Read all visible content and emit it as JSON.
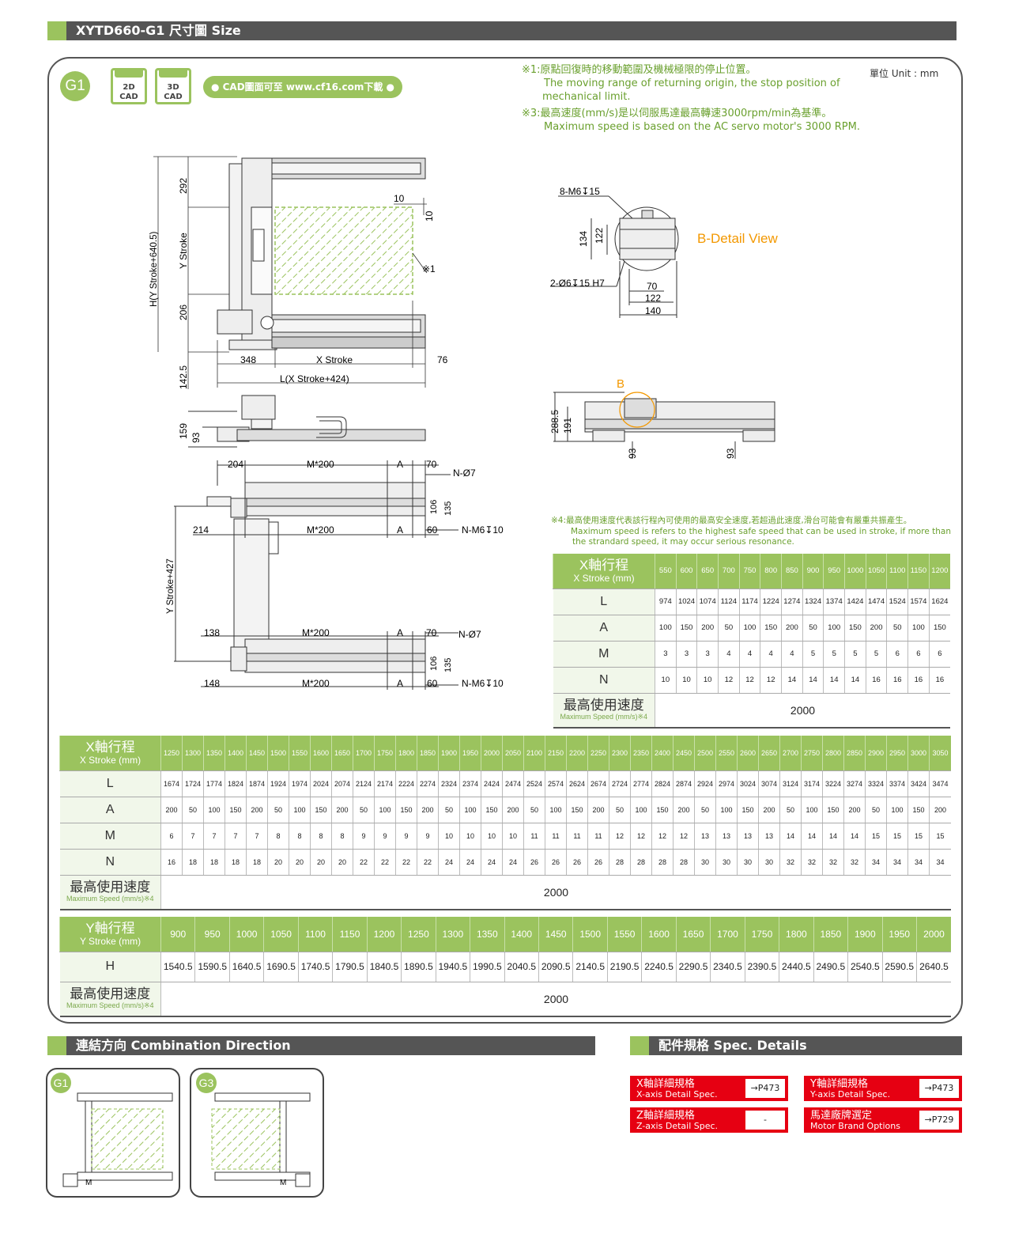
{
  "header": {
    "title": "XYTD660-G1  尺寸圖  Size"
  },
  "badges": {
    "g1": "G1",
    "g3": "G3"
  },
  "cad": {
    "b1_line1": "2D",
    "b1_line2": "CAD",
    "b2_line1": "3D",
    "b2_line2": "CAD",
    "download": "● CAD圖面可至 www.cf16.com下載 ●"
  },
  "notes": {
    "n1_zh": "※1:原點回復時的移動範圍及機械極限的停止位置。",
    "n1_en1": "The moving range of returning origin, the stop position of",
    "n1_en2": "mechanical limit.",
    "n3_zh": "※3:最高速度(mm/s)是以伺服馬達最高轉速3000rpm/min為基準。",
    "n3_en": "Maximum speed is based on the AC servo motor's 3000 RPM.",
    "unit": "單位 Unit : mm",
    "n4_zh": "※4:最高使用速度代表該行程內可使用的最高安全速度,若超過此速度,滑台可能會有嚴重共振產生。",
    "n4_en1": "Maximum speed is refers to the highest safe speed that can be used in stroke, if more than",
    "n4_en2": "the strandard speed, it may occur serious resonance."
  },
  "drawing": {
    "d292": "292",
    "y_stroke": "Y Stroke",
    "h_formula": "H(Y Stroke+640.5)",
    "d206": "206",
    "d142_5": "142.5",
    "d10a": "10",
    "d10b": "10",
    "mark1": "※1",
    "d348": "348",
    "x_stroke": "X Stroke",
    "d76": "76",
    "l_formula": "L(X Stroke+424)",
    "d159": "159",
    "d93a": "93",
    "d204": "204",
    "m200_a": "M*200",
    "a_a": "A",
    "d70a": "70",
    "n_phi7_a": "N-Ø7",
    "d106a": "106",
    "d135a": "135",
    "d214": "214",
    "m200_b": "M*200",
    "a_b": "A",
    "d60a": "60",
    "n_m6_a": "N-M6↧10",
    "y_formula": "Y Stroke+427",
    "d138": "138",
    "m200_c": "M*200",
    "a_c": "A",
    "d70b": "70",
    "n_phi7_b": "N-Ø7",
    "d106b": "106",
    "d135b": "135",
    "d148": "148",
    "m200_d": "M*200",
    "a_d": "A",
    "d60b": "60",
    "n_m6_b": "N-M6↧10",
    "m6_8": "8-M6↧15",
    "d134": "134",
    "d122a": "122",
    "phi6": "2-Ø6↧15 H7",
    "d70c": "70",
    "d122b": "122",
    "d140": "140",
    "b_detail": "B-Detail View",
    "b_label": "B",
    "d288_5": "288.5",
    "d191": "191",
    "d93b": "93",
    "d93c": "93"
  },
  "table1": {
    "head_zh": "X軸行程",
    "head_en": "X Stroke (mm)",
    "strokes": [
      "550",
      "600",
      "650",
      "700",
      "750",
      "800",
      "850",
      "900",
      "950",
      "1000",
      "1050",
      "1100",
      "1150",
      "1200"
    ],
    "rows": [
      {
        "label": "L",
        "values": [
          "974",
          "1024",
          "1074",
          "1124",
          "1174",
          "1224",
          "1274",
          "1324",
          "1374",
          "1424",
          "1474",
          "1524",
          "1574",
          "1624"
        ]
      },
      {
        "label": "A",
        "values": [
          "100",
          "150",
          "200",
          "50",
          "100",
          "150",
          "200",
          "50",
          "100",
          "150",
          "200",
          "50",
          "100",
          "150"
        ]
      },
      {
        "label": "M",
        "values": [
          "3",
          "3",
          "3",
          "4",
          "4",
          "4",
          "4",
          "5",
          "5",
          "5",
          "5",
          "6",
          "6",
          "6"
        ]
      },
      {
        "label": "N",
        "values": [
          "10",
          "10",
          "10",
          "12",
          "12",
          "12",
          "14",
          "14",
          "14",
          "14",
          "16",
          "16",
          "16",
          "16"
        ]
      }
    ],
    "speed_zh": "最高使用速度",
    "speed_en": "Maximum Speed (mm/s)※4",
    "speed": "2000"
  },
  "table2": {
    "head_zh": "X軸行程",
    "head_en": "X Stroke (mm)",
    "strokes": [
      "1250",
      "1300",
      "1350",
      "1400",
      "1450",
      "1500",
      "1550",
      "1600",
      "1650",
      "1700",
      "1750",
      "1800",
      "1850",
      "1900",
      "1950",
      "2000",
      "2050",
      "2100",
      "2150",
      "2200",
      "2250",
      "2300",
      "2350",
      "2400",
      "2450",
      "2500",
      "2550",
      "2600",
      "2650",
      "2700",
      "2750",
      "2800",
      "2850",
      "2900",
      "2950",
      "3000",
      "3050"
    ],
    "rows": [
      {
        "label": "L",
        "values": [
          "1674",
          "1724",
          "1774",
          "1824",
          "1874",
          "1924",
          "1974",
          "2024",
          "2074",
          "2124",
          "2174",
          "2224",
          "2274",
          "2324",
          "2374",
          "2424",
          "2474",
          "2524",
          "2574",
          "2624",
          "2674",
          "2724",
          "2774",
          "2824",
          "2874",
          "2924",
          "2974",
          "3024",
          "3074",
          "3124",
          "3174",
          "3224",
          "3274",
          "3324",
          "3374",
          "3424",
          "3474"
        ]
      },
      {
        "label": "A",
        "values": [
          "200",
          "50",
          "100",
          "150",
          "200",
          "50",
          "100",
          "150",
          "200",
          "50",
          "100",
          "150",
          "200",
          "50",
          "100",
          "150",
          "200",
          "50",
          "100",
          "150",
          "200",
          "50",
          "100",
          "150",
          "200",
          "50",
          "100",
          "150",
          "200",
          "50",
          "100",
          "150",
          "200",
          "50",
          "100",
          "150",
          "200"
        ]
      },
      {
        "label": "M",
        "values": [
          "6",
          "7",
          "7",
          "7",
          "7",
          "8",
          "8",
          "8",
          "8",
          "9",
          "9",
          "9",
          "9",
          "10",
          "10",
          "10",
          "10",
          "11",
          "11",
          "11",
          "11",
          "12",
          "12",
          "12",
          "12",
          "13",
          "13",
          "13",
          "13",
          "14",
          "14",
          "14",
          "14",
          "15",
          "15",
          "15",
          "15"
        ]
      },
      {
        "label": "N",
        "values": [
          "16",
          "18",
          "18",
          "18",
          "18",
          "20",
          "20",
          "20",
          "20",
          "22",
          "22",
          "22",
          "22",
          "24",
          "24",
          "24",
          "24",
          "26",
          "26",
          "26",
          "26",
          "28",
          "28",
          "28",
          "28",
          "30",
          "30",
          "30",
          "30",
          "32",
          "32",
          "32",
          "32",
          "34",
          "34",
          "34",
          "34"
        ]
      }
    ],
    "speed_zh": "最高使用速度",
    "speed_en": "Maximum Speed (mm/s)※4",
    "speed": "2000"
  },
  "table3": {
    "head_zh": "Y軸行程",
    "head_en": "Y Stroke (mm)",
    "strokes": [
      "900",
      "950",
      "1000",
      "1050",
      "1100",
      "1150",
      "1200",
      "1250",
      "1300",
      "1350",
      "1400",
      "1450",
      "1500",
      "1550",
      "1600",
      "1650",
      "1700",
      "1750",
      "1800",
      "1850",
      "1900",
      "1950",
      "2000"
    ],
    "rows": [
      {
        "label": "H",
        "values": [
          "1540.5",
          "1590.5",
          "1640.5",
          "1690.5",
          "1740.5",
          "1790.5",
          "1840.5",
          "1890.5",
          "1940.5",
          "1990.5",
          "2040.5",
          "2090.5",
          "2140.5",
          "2190.5",
          "2240.5",
          "2290.5",
          "2340.5",
          "2390.5",
          "2440.5",
          "2490.5",
          "2540.5",
          "2590.5",
          "2640.5"
        ]
      }
    ],
    "speed_zh": "最高使用速度",
    "speed_en": "Maximum Speed (mm/s)※4",
    "speed": "2000"
  },
  "combination": {
    "title": "連結方向  Combination Direction",
    "motor_mark": "M"
  },
  "spec": {
    "title": "配件規格  Spec. Details",
    "items": [
      {
        "zh": "X軸詳細規格",
        "en": "X-axis Detail Spec.",
        "page": "→P473"
      },
      {
        "zh": "Y軸詳細規格",
        "en": "Y-axis Detail Spec.",
        "page": "→P473"
      },
      {
        "zh": "Z軸詳細規格",
        "en": "Z-axis Detail Spec.",
        "page": "-"
      },
      {
        "zh": "馬達廠牌選定",
        "en": "Motor Brand Options",
        "page": "→P729"
      }
    ]
  },
  "colors": {
    "accent": "#9bc35e",
    "header": "#555555",
    "red": "#e60012",
    "orange": "#f39800"
  }
}
